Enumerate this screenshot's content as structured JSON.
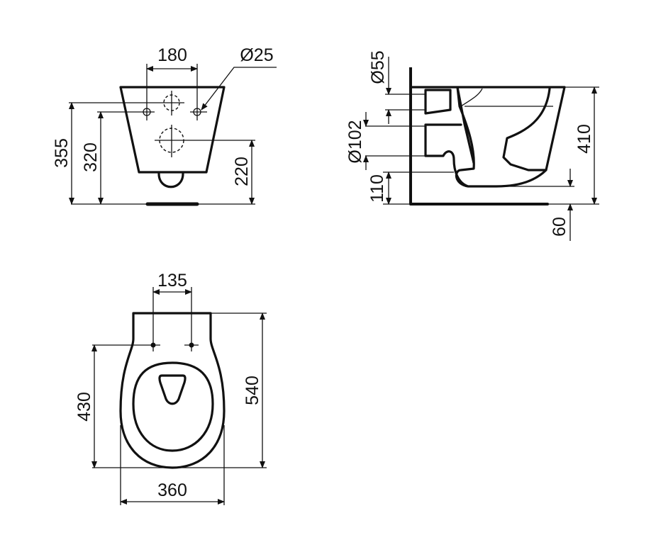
{
  "front_view": {
    "width_between_holes": "180",
    "hole_diameter": "Ø25",
    "height_top": "355",
    "height_holes": "320",
    "height_outlet": "220"
  },
  "side_view": {
    "inlet_diameter": "Ø55",
    "outlet_diameter": "Ø102",
    "outlet_height": "110",
    "total_height": "410",
    "bottom_clearance": "60"
  },
  "top_view": {
    "hole_spacing": "135",
    "hole_depth": "430",
    "total_length": "540",
    "total_width": "360"
  }
}
